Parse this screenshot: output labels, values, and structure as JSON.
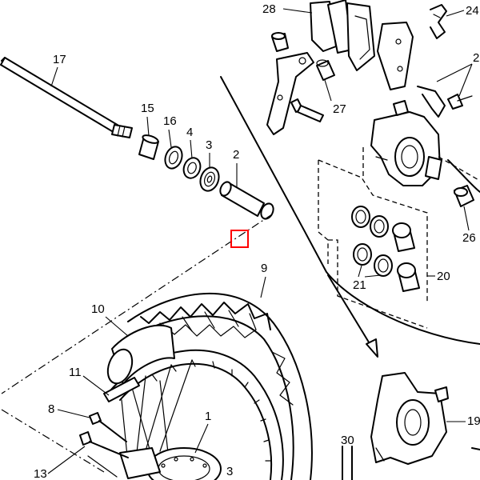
{
  "callouts": [
    {
      "id": "n28",
      "label": "28"
    },
    {
      "id": "n24",
      "label": "24"
    },
    {
      "id": "n2b",
      "label": "2"
    },
    {
      "id": "n17",
      "label": "17"
    },
    {
      "id": "n27",
      "label": "27"
    },
    {
      "id": "n15",
      "label": "15"
    },
    {
      "id": "n16",
      "label": "16"
    },
    {
      "id": "n4",
      "label": "4"
    },
    {
      "id": "n3",
      "label": "3"
    },
    {
      "id": "n2",
      "label": "2"
    },
    {
      "id": "n26",
      "label": "26"
    },
    {
      "id": "n20",
      "label": "20"
    },
    {
      "id": "n21",
      "label": "21"
    },
    {
      "id": "n9",
      "label": "9"
    },
    {
      "id": "n10",
      "label": "10"
    },
    {
      "id": "n11",
      "label": "11"
    },
    {
      "id": "n8",
      "label": "8"
    },
    {
      "id": "n1",
      "label": "1"
    },
    {
      "id": "n19",
      "label": "19"
    },
    {
      "id": "n30",
      "label": "30"
    },
    {
      "id": "n13",
      "label": "13"
    },
    {
      "id": "n3b",
      "label": "3"
    }
  ],
  "selection_marker": {
    "color": "#ff0000"
  }
}
